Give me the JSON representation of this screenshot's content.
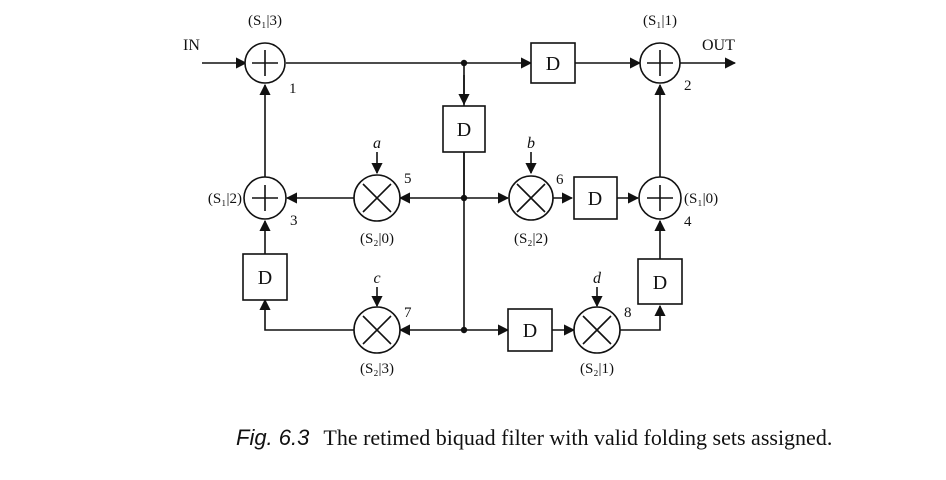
{
  "input_label": "IN",
  "output_label": "OUT",
  "nodes": [
    {
      "id": "1",
      "op": "+",
      "fold": "(S₁|3)"
    },
    {
      "id": "2",
      "op": "+",
      "fold": "(S₁|1)"
    },
    {
      "id": "3",
      "op": "+",
      "fold": "(S₁|2)"
    },
    {
      "id": "4",
      "op": "+",
      "fold": "(S₁|0)"
    },
    {
      "id": "5",
      "op": "×",
      "fold": "(S₂|0)",
      "coef": "a"
    },
    {
      "id": "6",
      "op": "×",
      "fold": "(S₂|2)",
      "coef": "b"
    },
    {
      "id": "7",
      "op": "×",
      "fold": "(S₂|3)",
      "coef": "c"
    },
    {
      "id": "8",
      "op": "×",
      "fold": "(S₂|1)",
      "coef": "d"
    }
  ],
  "delay_label": "D",
  "caption": {
    "fig_label": "Fig. 6.3",
    "text": "The retimed biquad filter with valid folding sets assigned."
  }
}
